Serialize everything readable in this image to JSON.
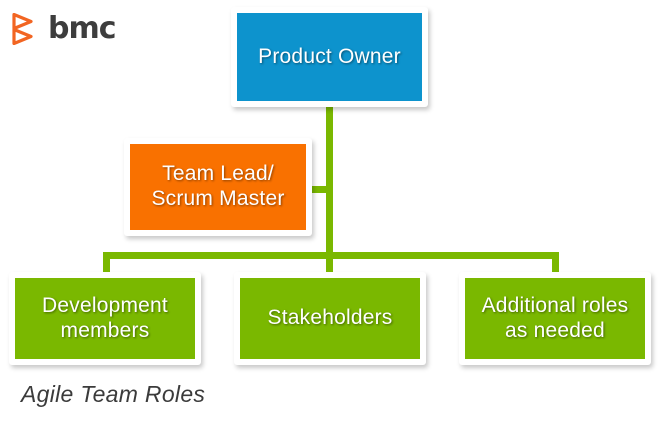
{
  "brand": {
    "logo_icon": "bmc-chevron-logo-icon",
    "name": "bmc",
    "logo_color": "#f26522",
    "wordmark_color": "#3d3d3d"
  },
  "diagram": {
    "caption": "Agile Team Roles",
    "connector_color": "#7ab800",
    "nodes": [
      {
        "id": "product-owner",
        "label": "Product Owner",
        "color": "#0d93cd",
        "level": "root"
      },
      {
        "id": "team-lead-scrum-master",
        "label": "Team Lead/\nScrum Master",
        "line1": "Team Lead/",
        "line2": "Scrum Master",
        "color": "#f97100",
        "level": "branch"
      },
      {
        "id": "development-members",
        "label": "Development\nmembers",
        "line1": "Development",
        "line2": "members",
        "color": "#7ab800",
        "level": "leaf"
      },
      {
        "id": "stakeholders",
        "label": "Stakeholders",
        "line1": "Stakeholders",
        "line2": "",
        "color": "#7ab800",
        "level": "leaf"
      },
      {
        "id": "additional-roles",
        "label": "Additional roles\nas needed",
        "line1": "Additional roles",
        "line2": "as needed",
        "color": "#7ab800",
        "level": "leaf"
      }
    ]
  }
}
